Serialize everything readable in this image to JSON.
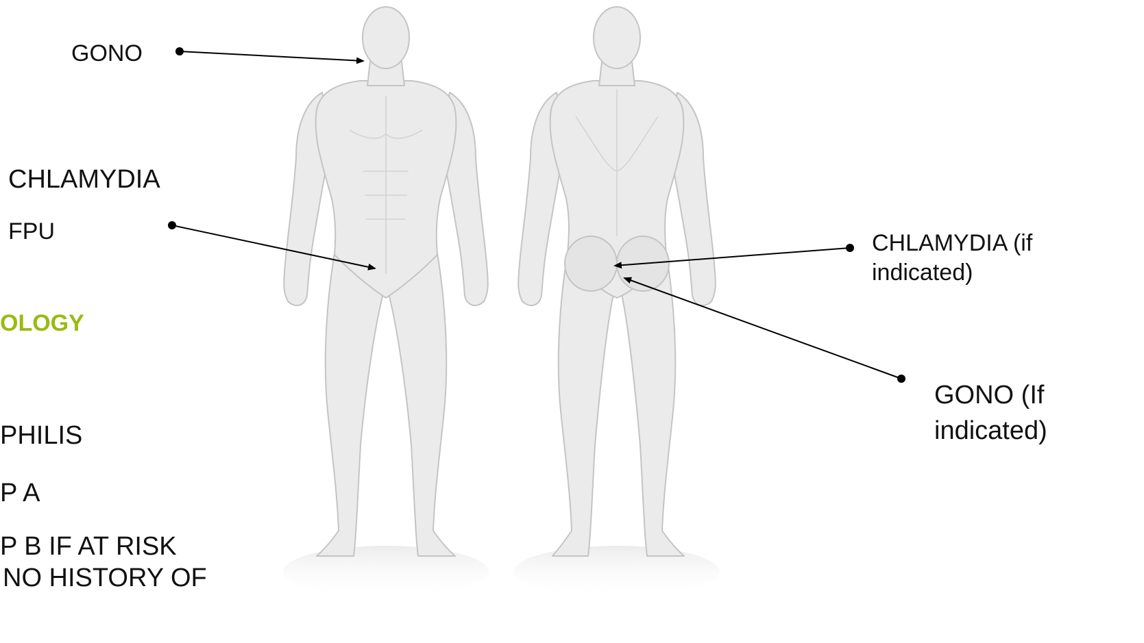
{
  "labels": {
    "gono_throat": "GONO",
    "chlamydia": "CHLAMYDIA",
    "fpu": "FPU",
    "serology_heading": "OLOGY",
    "syphilis": "PHILIS",
    "hep_a": "P A",
    "hep_b_line1": "P B IF AT RISK",
    "hep_b_line2": "NO HISTORY OF",
    "chlamydia_rectal_line1": "CHLAMYDIA (if",
    "chlamydia_rectal_line2": "indicated)",
    "gono_rectal_line1": "GONO (If",
    "gono_rectal_line2": "indicated)"
  },
  "colors": {
    "accent": "#99bb11",
    "text": "#111111",
    "figure_fill": "#e9e9e9",
    "figure_stroke": "#c2c2c2",
    "pointer": "#000000"
  }
}
